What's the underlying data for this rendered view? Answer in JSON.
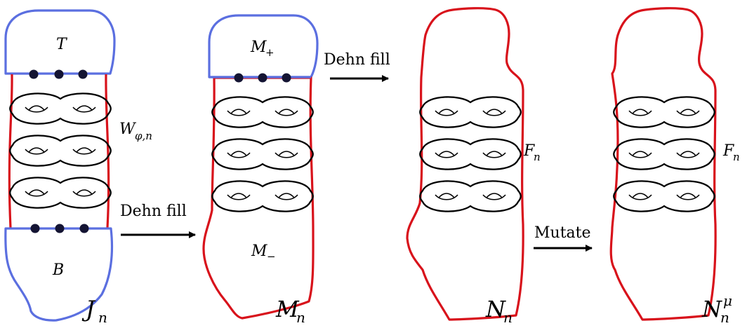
{
  "labels": {
    "T": "T",
    "B": "B",
    "W_main": "W",
    "W_sub": "φ,n",
    "M_plus_main": "M",
    "M_plus_sub": "+",
    "M_minus_main": "M",
    "M_minus_sub": "−",
    "F1_main": "F",
    "F1_sub": "n",
    "F2_main": "F",
    "F2_sub": "n",
    "J_main": "J",
    "J_sub": "n",
    "M_main": "M",
    "M_sub": "n",
    "N_main": "N",
    "N_sub": "n",
    "Nmu_main": "N",
    "Nmu_sub": "n",
    "Nmu_sup": "μ"
  },
  "arrows": {
    "dehn_fill_1": "Dehn fill",
    "dehn_fill_2": "Dehn fill",
    "mutate": "Mutate"
  }
}
